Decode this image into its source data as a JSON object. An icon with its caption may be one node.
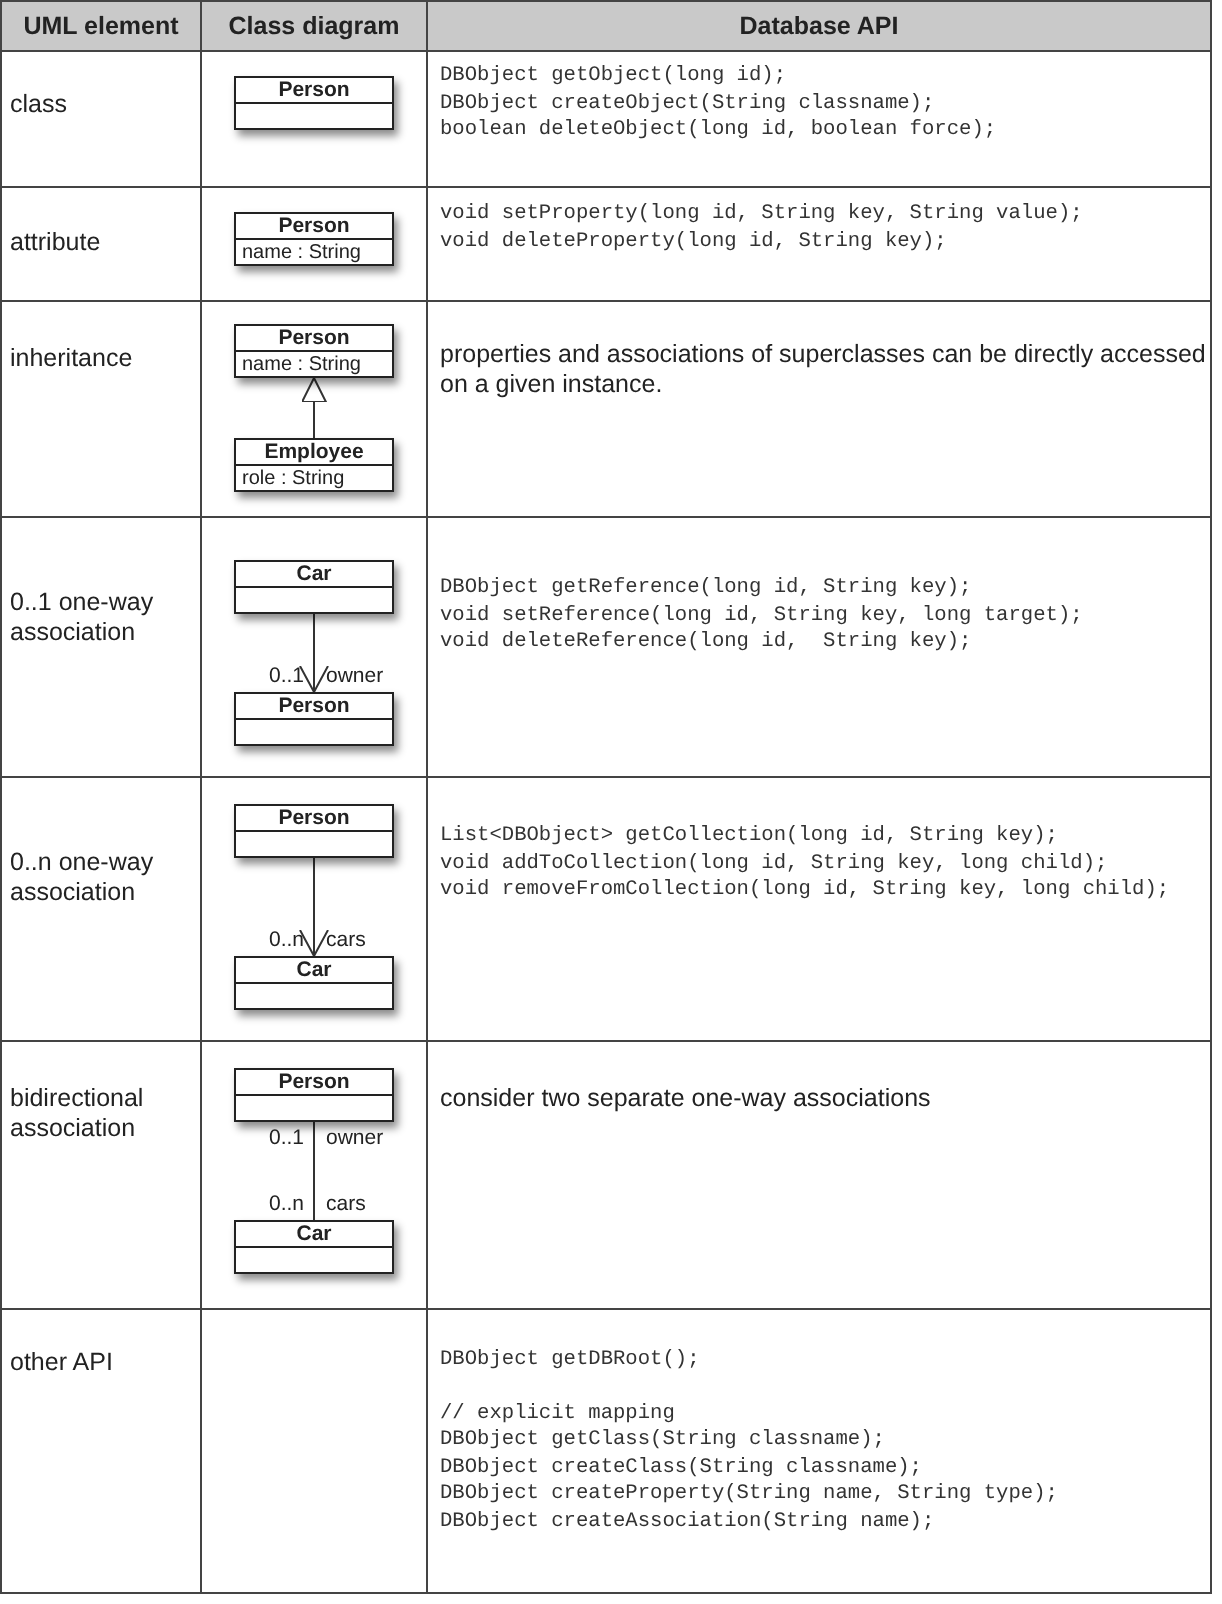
{
  "diagram": {
    "nodes": [
      {
        "text": [
          "Person"
        ]
      },
      {
        "text": [
          "Person",
          "name : String"
        ]
      },
      {
        "text": [
          "Person",
          "name : String"
        ]
      },
      {
        "text": [
          "Employee",
          "role : String"
        ]
      },
      {
        "text": [
          "Car"
        ]
      },
      {
        "text": [
          "Person"
        ],
        "beside": [
          "0..1",
          "owner"
        ]
      },
      {
        "text": [
          "Person"
        ]
      },
      {
        "text": [
          "Car"
        ],
        "beside": [
          "0..n",
          "cars"
        ]
      },
      {
        "text": [
          "Person"
        ],
        "beside": [
          "0..1",
          "owner"
        ]
      },
      {
        "text": [
          "Car"
        ],
        "beside": [
          "0..n",
          "cars"
        ]
      }
    ],
    "edges": [
      {
        "from": 3,
        "to": 2,
        "arrow": "to"
      },
      {
        "from": 4,
        "to": 5,
        "arrow": "to"
      },
      {
        "from": 6,
        "to": 7,
        "arrow": "to"
      },
      {
        "from": 8,
        "to": 9,
        "arrow": "none"
      }
    ],
    "labels": [
      "UML element",
      "Class diagram",
      "Database API",
      "class",
      "DBObject getObject(long id);",
      "DBObject createObject(String classname);",
      "boolean deleteObject(long id, boolean force);",
      "attribute",
      "void setProperty(long id, String key, String value);",
      "void deleteProperty(long id, String key);",
      "inheritance",
      "properties and associations of superclasses can be directly accessed on a given instance.",
      "0..1 one-way association",
      "DBObject getReference(long id, String key);",
      "void setReference(long id, String key, long target);",
      "void deleteReference(long id,  String key);",
      "0..n one-way association",
      "List<DBObject> getCollection(long id, String key);",
      "void addToCollection(long id, String key, long child);",
      "void removeFromCollection(long id, String key, long child);",
      "bidirectional association",
      "consider two separate one-way associations",
      "other API",
      "DBObject getDBRoot();",
      "// explicit mapping",
      "DBObject getClass(String classname);",
      "DBObject createClass(String classname);",
      "DBObject createProperty(String name, String type);",
      "DBObject createAssociation(String name);"
    ]
  }
}
